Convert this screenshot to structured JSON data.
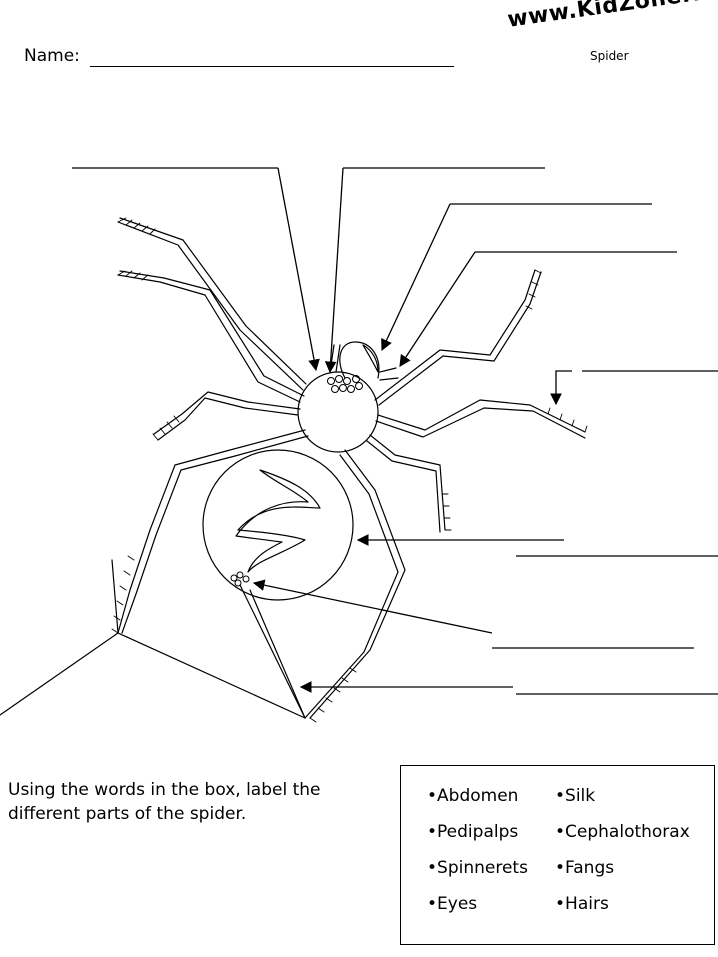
{
  "header": {
    "name_label": "Name:",
    "brand": "www.KidZone.ws",
    "subtitle": "Spider"
  },
  "instructions": "Using the words in the box, label the different parts of the spider.",
  "word_bank": {
    "bullet": "•",
    "words": [
      "Abdomen",
      "Silk",
      "Pedipalps",
      "Cephalothorax",
      "Spinnerets",
      "Fangs",
      "Eyes",
      "Hairs"
    ]
  },
  "diagram": {
    "subject": "spider",
    "label_blanks": 8
  }
}
